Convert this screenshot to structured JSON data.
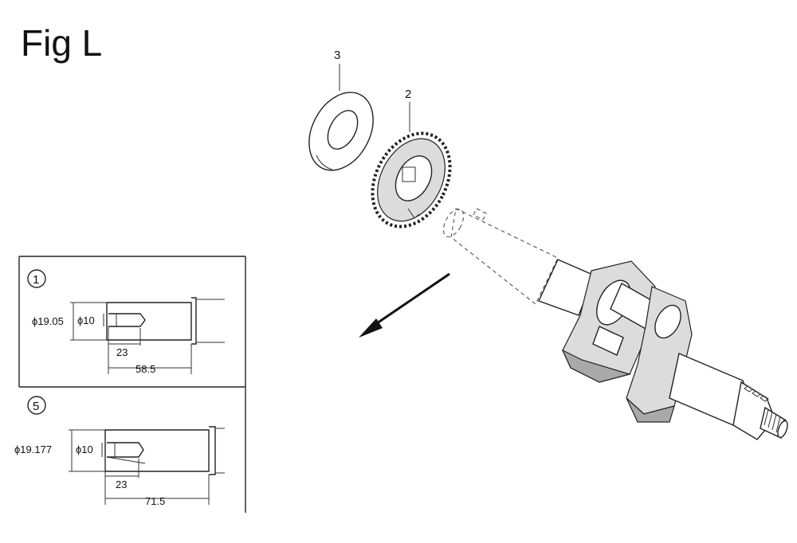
{
  "figure": {
    "title": "Fig L"
  },
  "callouts": {
    "washer": "3",
    "gear": "2"
  },
  "detail_1": {
    "badge": "1",
    "outer_diameter": "ϕ19.05",
    "inner_diameter": "ϕ10",
    "bore_depth": "23",
    "total_length": "58.5"
  },
  "detail_5": {
    "badge": "5",
    "outer_diameter": "ϕ19.177",
    "inner_diameter": "ϕ10",
    "bore_depth": "23",
    "total_length": "71.5"
  }
}
